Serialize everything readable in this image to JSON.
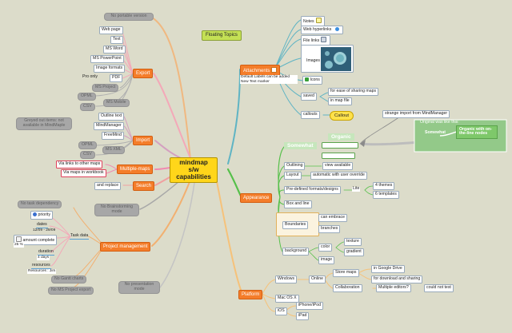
{
  "central": {
    "line1": "mindmap s/w",
    "line2": "capabilities"
  },
  "floating_topics": "Floating Topics",
  "no_portable": "No portable version",
  "export": {
    "label": "Export",
    "items": [
      "Web page",
      "Text",
      "MS Word",
      "MS PowerPoint",
      "Image formats",
      "Pro only",
      "PDF"
    ],
    "gray": [
      "MS Project",
      "OPML",
      "CSV",
      "MS Mobile"
    ]
  },
  "import": {
    "label": "Import",
    "items": [
      "Outline text",
      "MindManager",
      "FreeMind"
    ],
    "grayed_note": "Greyed out items: not available in MindMaple",
    "gray": [
      "OPML",
      "CSV",
      "MS XML"
    ]
  },
  "multimaps": {
    "label": "Multiple-maps",
    "items": [
      "Via links to other maps",
      "Via maps in workbook"
    ]
  },
  "search": {
    "label": "Search",
    "items": [
      "and replace"
    ]
  },
  "brainstorm": "No Brainstorming mode",
  "presentation": "No presentation mode",
  "pm": {
    "label": "Project management",
    "no_task_dep": "No task dependency",
    "priority": "priority",
    "dates_label": "dates",
    "dates_value": "12/09 - 29/09",
    "amount": "amount complete",
    "amount_value": "25 %",
    "task_data": "Task data",
    "duration": "duration",
    "duration_value": "4 days",
    "resources": "resources",
    "resources_value": "Resources : Jim",
    "no_gantt": "No Gantt charts",
    "no_msproject": "No MS Project export"
  },
  "attachments": {
    "label": "Attachments",
    "note": "Default Labels can be added New Text marker",
    "notes": "Notes",
    "hyperlinks": "Web hyperlinks",
    "file_links": "File links",
    "images": "Images",
    "icons": "Icons",
    "saved": "saved",
    "saved_items": [
      "for ease of sharing maps",
      "in map file"
    ],
    "callouts": "callouts",
    "callout": "Callout"
  },
  "appearance": {
    "label": "Appearance",
    "import_note": "strange import from MindManager",
    "original_title": "Original was like this:",
    "orig_left": "Somewhat",
    "orig_right": "Organic with on-the-line nodes",
    "somewhat": "Somewhat",
    "organic": "Organic",
    "outlining": "Outlining",
    "outlining_sub": "view available",
    "layout": "Layout",
    "layout_sub": "automatic with user override",
    "formats": "Pre-defined formats/designs",
    "lite": "Lite",
    "themes": "4 themes",
    "templates": "6 templates",
    "boxline": "Box and line",
    "boundaries": "Boundaries",
    "embrace": "can embrace",
    "branches": "branches",
    "background": "background",
    "color": "color",
    "texture": "texture",
    "gradient": "gradient",
    "image": "image"
  },
  "platform": {
    "label": "Platform",
    "windows": "Windows",
    "online": "Online",
    "store": "Store maps",
    "gdrive": "in Google Drive",
    "download": "for download and sharing",
    "collab": "Collaboration",
    "multi_editors": "Multiple editors?",
    "couldnt": "could not test",
    "mac": "Mac OS X",
    "ios": "iOS",
    "iphone": "iPhone/iPod",
    "ipad": "iPad"
  }
}
